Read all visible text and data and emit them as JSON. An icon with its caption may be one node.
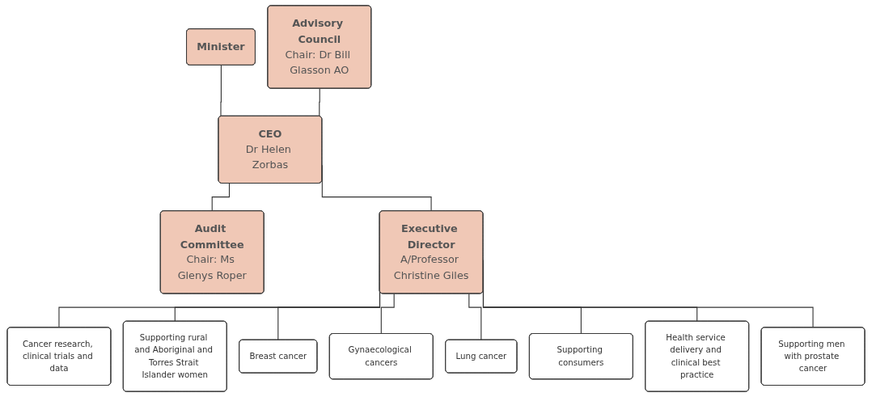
{
  "diagram": {
    "nodes": [
      {
        "text": [
          "Minister"
        ]
      },
      {
        "text": [
          "Advisory Council",
          "Chair: Dr Bill Glasson AO"
        ]
      },
      {
        "text": [
          "CEO",
          "Dr Helen Zorbas"
        ]
      },
      {
        "text": [
          "Audit Committee",
          "Chair: Ms Glenys Roper"
        ]
      },
      {
        "text": [
          "Executive Director",
          "A/Professor Christine Giles"
        ]
      },
      {
        "text": [
          "Cancer research, clinical trials and data"
        ]
      },
      {
        "text": [
          "Supporting rural and Aboriginal and Torres Strait Islander women"
        ]
      },
      {
        "text": [
          "Breast cancer"
        ]
      },
      {
        "text": [
          "Gynaecological cancers"
        ]
      },
      {
        "text": [
          "Lung cancer"
        ]
      },
      {
        "text": [
          "Supporting consumers"
        ]
      },
      {
        "text": [
          "Health service delivery and clinical best practice"
        ]
      },
      {
        "text": [
          "Supporting men with prostate cancer"
        ]
      }
    ],
    "edges": [
      {
        "from": 0,
        "to": 2,
        "arrow": "none"
      },
      {
        "from": 1,
        "to": 2,
        "arrow": "none"
      },
      {
        "from": 2,
        "to": 3,
        "arrow": "none"
      },
      {
        "from": 2,
        "to": 4,
        "arrow": "none"
      },
      {
        "from": 4,
        "to": 5,
        "arrow": "none"
      },
      {
        "from": 4,
        "to": 6,
        "arrow": "none"
      },
      {
        "from": 4,
        "to": 7,
        "arrow": "none"
      },
      {
        "from": 4,
        "to": 8,
        "arrow": "none"
      },
      {
        "from": 4,
        "to": 9,
        "arrow": "none"
      },
      {
        "from": 4,
        "to": 10,
        "arrow": "none"
      },
      {
        "from": 4,
        "to": 11,
        "arrow": "none"
      },
      {
        "from": 4,
        "to": 12,
        "arrow": "none"
      }
    ]
  }
}
